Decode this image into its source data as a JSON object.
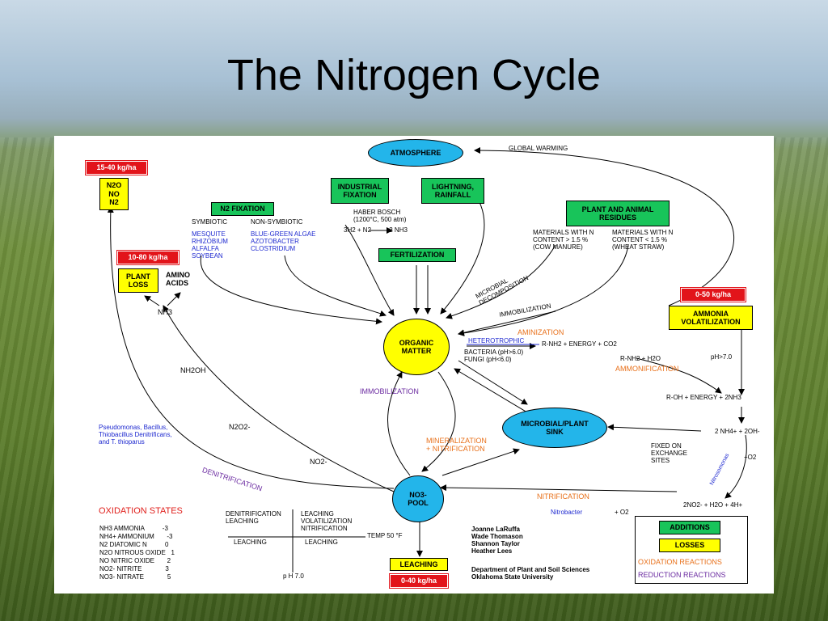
{
  "slide": {
    "title": "The Nitrogen Cycle"
  },
  "ovals": {
    "atmosphere": "ATMOSPHERE",
    "organic_matter": "ORGANIC\nMATTER",
    "microbial_sink": "MICROBIAL/PLANT\nSINK",
    "no3_pool": "NO3-\nPOOL"
  },
  "boxes": {
    "industrial_fixation": "INDUSTRIAL\nFIXATION",
    "lightning": "LIGHTNING,\nRAINFALL",
    "n2_fixation": "N2 FIXATION",
    "fertilization": "FERTILIZATION",
    "residues": "PLANT AND ANIMAL\n      RESIDUES",
    "ammonia_volatilization": "AMMONIA\nVOLATILIZATION",
    "plant_loss": "PLANT\nLOSS",
    "gases": "N2O\nNO\nN2",
    "leaching": "LEACHING",
    "additions": "ADDITIONS",
    "losses": "LOSSES"
  },
  "rates": {
    "r1": "15-40 kg/ha",
    "r2": "10-80 kg/ha",
    "r3": "0-50 kg/ha",
    "r4": "0-40 kg/ha"
  },
  "labels": {
    "global_warming": "GLOBAL WARMING",
    "amino_acids": "AMINO\nACIDS",
    "nh3": "NH3",
    "nh2oh": "NH2OH",
    "n2o2": "N2O2-",
    "no2_left": "NO2-",
    "symbiotic": "SYMBIOTIC",
    "symbiotic_list": "MESQUITE\nRHIZOBIUM\nALFALFA\nSOYBEAN",
    "non_symbiotic": "NON-SYMBIOTIC",
    "non_symbiotic_list": "BLUE-GREEN ALGAE\nAZOTOBACTER\nCLOSTRIDIUM",
    "haber": "HABER BOSCH\n(1200°C, 500 atm)",
    "haber_eq": "3H2 + N2          2 NH3",
    "materials_high": "MATERIALS WITH N\nCONTENT > 1.5 %\n(COW MANURE)",
    "materials_low": "MATERIALS WITH N\nCONTENT < 1.5 %\n(WHEAT STRAW)",
    "microbial_decomposition": "MICROBIAL\nDECOMPOSITION",
    "immobilization_top": "IMMOBILIZATION",
    "aminization": "AMINIZATION",
    "heterotrophic": "HETEROTROPHIC",
    "r_nh2": "R-NH2 + ENERGY + CO2",
    "bacteria": "BACTERIA (pH>6.0)\nFUNGI (pH<6.0)",
    "rnh2_h2o": "R-NH2 + H2O",
    "ph_high": "pH>7.0",
    "ammonification": "AMMONIFICATION",
    "roh": "R-OH + ENERGY + 2NH3",
    "immobilization_mid": "IMMOBILIZATION",
    "pseudomonas": "Pseudomonas, Bacillus,\nThiobacillus Denitrificans,\nand T. thioparus",
    "mineralization": "MINERALIZATION\n+ NITRIFICATION",
    "nh4_2oh": "2 NH4+ + 2OH-",
    "fixed_on": "FIXED ON\nEXCHANGE\nSITES",
    "plus_o2": "+O2",
    "nitrosomonas": "Nitrosomonas",
    "denitrification": "DENITRIFICATION",
    "nitrification": "NITRIFICATION",
    "no2_h2o": "2NO2- + H2O + 4H+",
    "nitrobacter": "Nitrobacter",
    "plus_o2_b": "+ O2",
    "oxidation_states": "OXIDATION STATES",
    "ox_list": "NH3 AMMONIA          -3\nNH4+ AMMONIUM       -3\nN2 DIATOMIC N          0\nN2O NITROUS OXIDE   1\nNO NITRIC OXIDE       2\nNO2- NITRITE             3\nNO3- NITRATE             5",
    "q_denit": "DENITRIFICATION\nLEACHING",
    "q_leach": "LEACHING\nVOLATILIZATION\nNITRIFICATION",
    "q_temp": "TEMP 50 °F",
    "q_leaching1": "LEACHING",
    "q_leaching2": "LEACHING",
    "q_ph": "p H 7.0",
    "credits_names": "Joanne LaRuffa\nWade Thomason\nShannon Taylor\nHeather Lees",
    "credits_dept": "Department of Plant and Soil Sciences\nOklahoma State University",
    "oxidation_reactions": "OXIDATION REACTIONS",
    "reduction_reactions": "REDUCTION REACTIONS"
  },
  "colors": {
    "green_box": "#18c45a",
    "yellow_box": "#ffff00",
    "red_box": "#e2141a",
    "oval_blue": "#23b5ea",
    "oxidation": "#e8701a",
    "reduction": "#6a2aa0"
  }
}
